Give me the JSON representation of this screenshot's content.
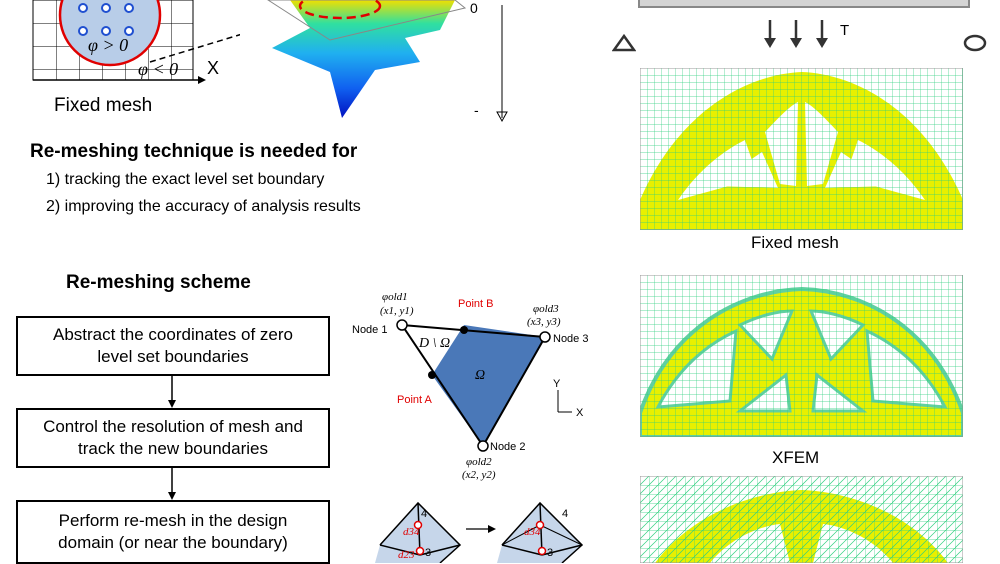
{
  "fixed_mesh_sketch": {
    "phi_pos": "φ > 0",
    "phi_neg": "φ < 0",
    "axis_x": "X",
    "caption": "Fixed mesh"
  },
  "level_set_axis": {
    "zero": "0",
    "minus": "-"
  },
  "remesh_needed": {
    "heading": "Re-meshing technique is needed for",
    "items": [
      "1) tracking the exact level set boundary",
      "2) improving the accuracy of analysis results"
    ]
  },
  "scheme": {
    "title": "Re-meshing scheme",
    "steps": [
      "Abstract the coordinates of zero level set boundaries",
      "Control the resolution of mesh and track the new boundaries",
      "Perform re-mesh in the design domain (or near the boundary)"
    ]
  },
  "triangle": {
    "node1": "Node 1",
    "node2": "Node 2",
    "node3": "Node 3",
    "point_a": "Point A",
    "point_b": "Point B",
    "phi1": "φold1",
    "xy1": "(x1, y1)",
    "phi2": "φold2",
    "xy2": "(x2, y2)",
    "phi3": "φold3",
    "xy3": "(x3, y3)",
    "d_minus_omega": "D \\ Ω",
    "omega": "Ω",
    "axis_x": "X",
    "axis_y": "Y"
  },
  "tetra": {
    "d34": "d34",
    "d23": "d23",
    "n3": "3",
    "n4": "4"
  },
  "load_label": "T",
  "results": [
    {
      "caption": "Fixed mesh"
    },
    {
      "caption": "XFEM"
    }
  ],
  "colors": {
    "material": "#e8f000",
    "mesh_line": "#2fd080",
    "void": "#ffffff",
    "omega_fill": "#4a78b8",
    "red": "#e00000",
    "circle_fill": "#b8cde8"
  }
}
